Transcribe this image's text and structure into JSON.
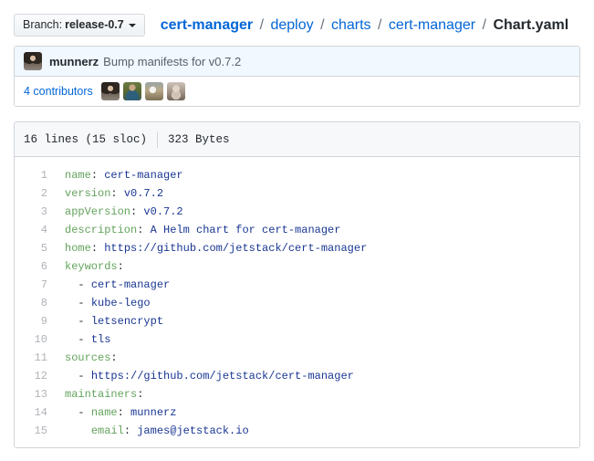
{
  "header": {
    "branch_button": {
      "label": "Branch:",
      "name": "release-0.7",
      "caret_icon": "chevron-down-icon"
    },
    "breadcrumb": {
      "segments": [
        {
          "text": "cert-manager",
          "strong": true
        },
        {
          "text": "deploy",
          "strong": false
        },
        {
          "text": "charts",
          "strong": false
        },
        {
          "text": "cert-manager",
          "strong": false
        }
      ],
      "separator": "/",
      "current_file": "Chart.yaml"
    }
  },
  "commit": {
    "author": "munnerz",
    "message": "Bump manifests for v0.7.2",
    "author_avatar": "avatar"
  },
  "contributors": {
    "count_label": "4",
    "label": " contributors",
    "full_label": "4 contributors",
    "avatars": [
      "avatar-1",
      "avatar-2",
      "avatar-3",
      "avatar-4"
    ]
  },
  "file": {
    "lines_label": "16 lines (15 sloc)",
    "size_label": "323 Bytes"
  },
  "code": {
    "language": "yaml",
    "lines": [
      {
        "n": "1",
        "parts": [
          {
            "t": "name",
            "c": "k"
          },
          {
            "t": ": ",
            "c": "p"
          },
          {
            "t": "cert-manager",
            "c": "v"
          }
        ]
      },
      {
        "n": "2",
        "parts": [
          {
            "t": "version",
            "c": "k"
          },
          {
            "t": ": ",
            "c": "p"
          },
          {
            "t": "v0.7.2",
            "c": "v"
          }
        ]
      },
      {
        "n": "3",
        "parts": [
          {
            "t": "appVersion",
            "c": "k"
          },
          {
            "t": ": ",
            "c": "p"
          },
          {
            "t": "v0.7.2",
            "c": "v"
          }
        ]
      },
      {
        "n": "4",
        "parts": [
          {
            "t": "description",
            "c": "k"
          },
          {
            "t": ": ",
            "c": "p"
          },
          {
            "t": "A Helm chart for cert-manager",
            "c": "v"
          }
        ]
      },
      {
        "n": "5",
        "parts": [
          {
            "t": "home",
            "c": "k"
          },
          {
            "t": ": ",
            "c": "p"
          },
          {
            "t": "https://github.com/jetstack/cert-manager",
            "c": "v"
          }
        ]
      },
      {
        "n": "6",
        "parts": [
          {
            "t": "keywords",
            "c": "k"
          },
          {
            "t": ":",
            "c": "p"
          }
        ]
      },
      {
        "n": "7",
        "parts": [
          {
            "t": "  - ",
            "c": "p"
          },
          {
            "t": "cert-manager",
            "c": "v"
          }
        ]
      },
      {
        "n": "8",
        "parts": [
          {
            "t": "  - ",
            "c": "p"
          },
          {
            "t": "kube-lego",
            "c": "v"
          }
        ]
      },
      {
        "n": "9",
        "parts": [
          {
            "t": "  - ",
            "c": "p"
          },
          {
            "t": "letsencrypt",
            "c": "v"
          }
        ]
      },
      {
        "n": "10",
        "parts": [
          {
            "t": "  - ",
            "c": "p"
          },
          {
            "t": "tls",
            "c": "v"
          }
        ]
      },
      {
        "n": "11",
        "parts": [
          {
            "t": "sources",
            "c": "k"
          },
          {
            "t": ":",
            "c": "p"
          }
        ]
      },
      {
        "n": "12",
        "parts": [
          {
            "t": "  - ",
            "c": "p"
          },
          {
            "t": "https://github.com/jetstack/cert-manager",
            "c": "v"
          }
        ]
      },
      {
        "n": "13",
        "parts": [
          {
            "t": "maintainers",
            "c": "k"
          },
          {
            "t": ":",
            "c": "p"
          }
        ]
      },
      {
        "n": "14",
        "parts": [
          {
            "t": "  - ",
            "c": "p"
          },
          {
            "t": "name",
            "c": "k"
          },
          {
            "t": ": ",
            "c": "p"
          },
          {
            "t": "munnerz",
            "c": "v"
          }
        ]
      },
      {
        "n": "15",
        "parts": [
          {
            "t": "    ",
            "c": "p"
          },
          {
            "t": "email",
            "c": "k"
          },
          {
            "t": ": ",
            "c": "p"
          },
          {
            "t": "james@jetstack.io",
            "c": "v"
          }
        ]
      }
    ]
  },
  "colors": {
    "link": "#0366d6",
    "key": "#63a35c",
    "value": "#183691",
    "muted": "#586069",
    "border": "#d1d5da",
    "commit_bg": "#f1f8ff",
    "header_bg": "#f6f8fa"
  }
}
